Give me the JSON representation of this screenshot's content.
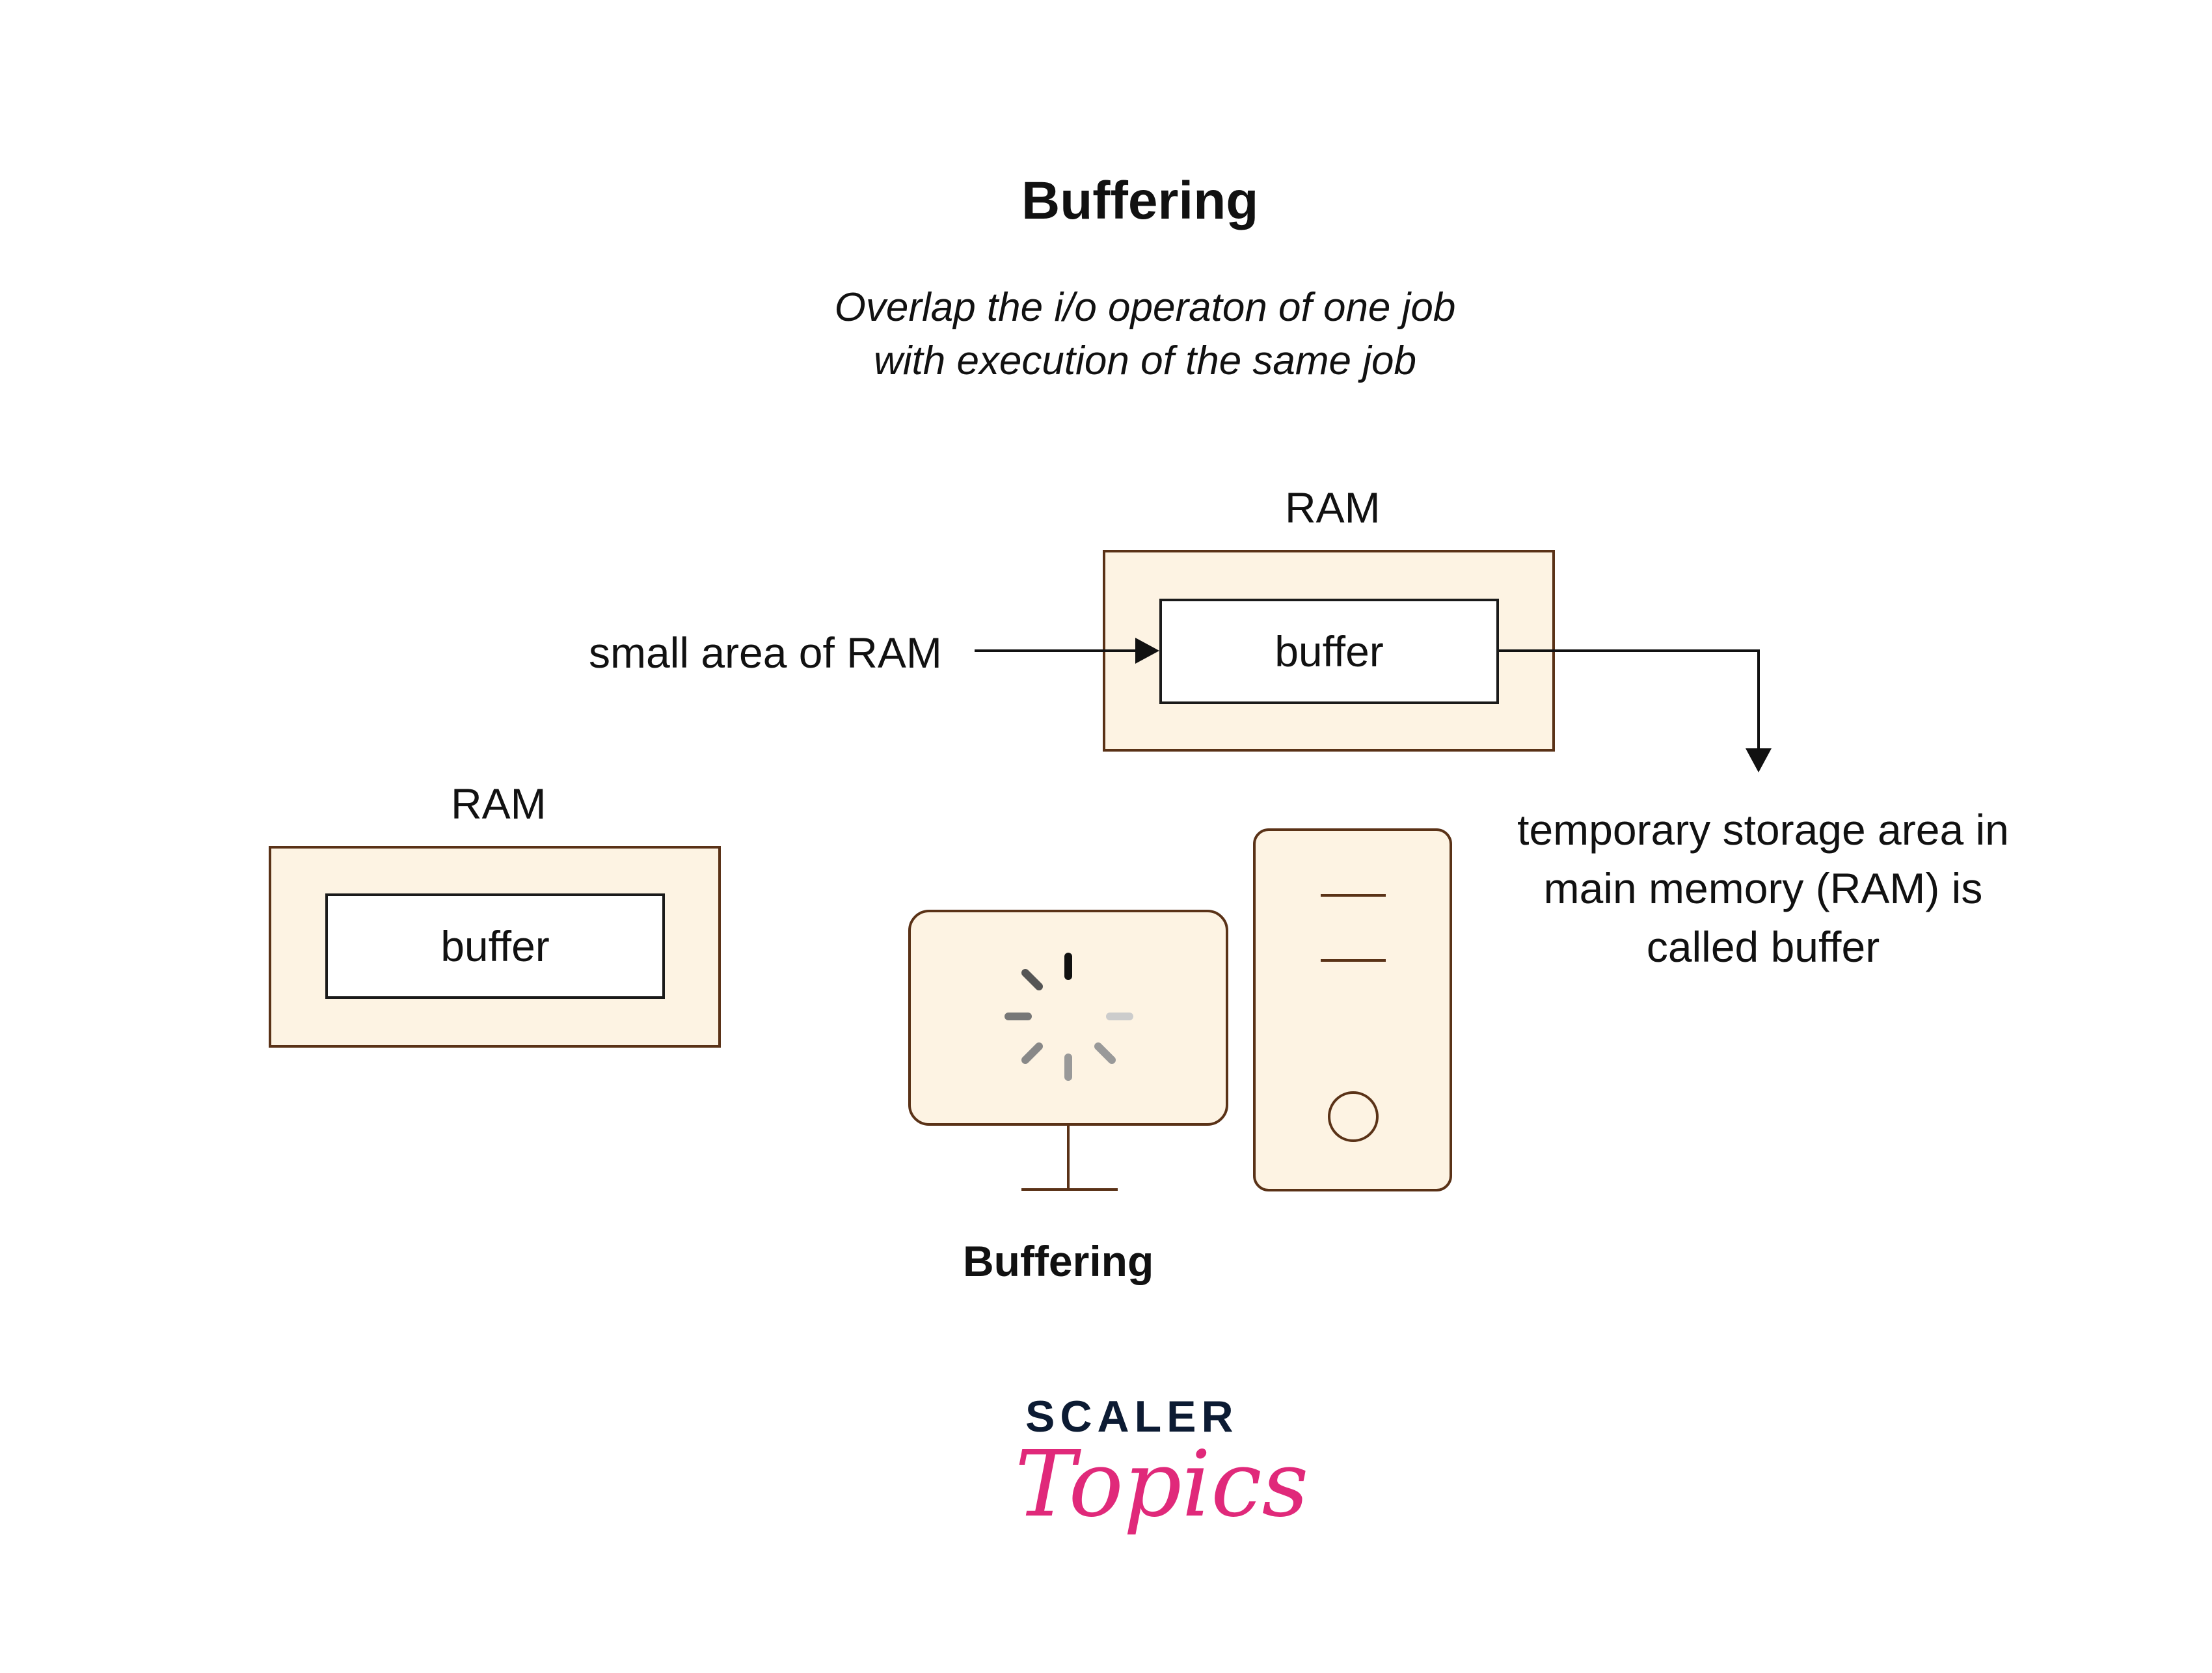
{
  "title": "Buffering",
  "subtitle": "Overlap the i/o operaton of one job with execution of the same job",
  "ram_top": {
    "label": "RAM",
    "buffer_label": "buffer"
  },
  "ram_left": {
    "label": "RAM",
    "buffer_label": "buffer"
  },
  "arrow_label": "small area of RAM",
  "description": "temporary storage area in main memory (RAM) is called buffer",
  "computer_caption": "Buffering",
  "brand": {
    "line1": "SCALER",
    "line2": "Topics"
  },
  "colors": {
    "fill": "#fdf3e3",
    "stroke": "#5a3217",
    "brand_dark": "#0c1b33",
    "brand_pink": "#e0297a"
  },
  "icons": [
    "monitor-icon",
    "loading-spinner-icon",
    "cpu-tower-icon"
  ]
}
